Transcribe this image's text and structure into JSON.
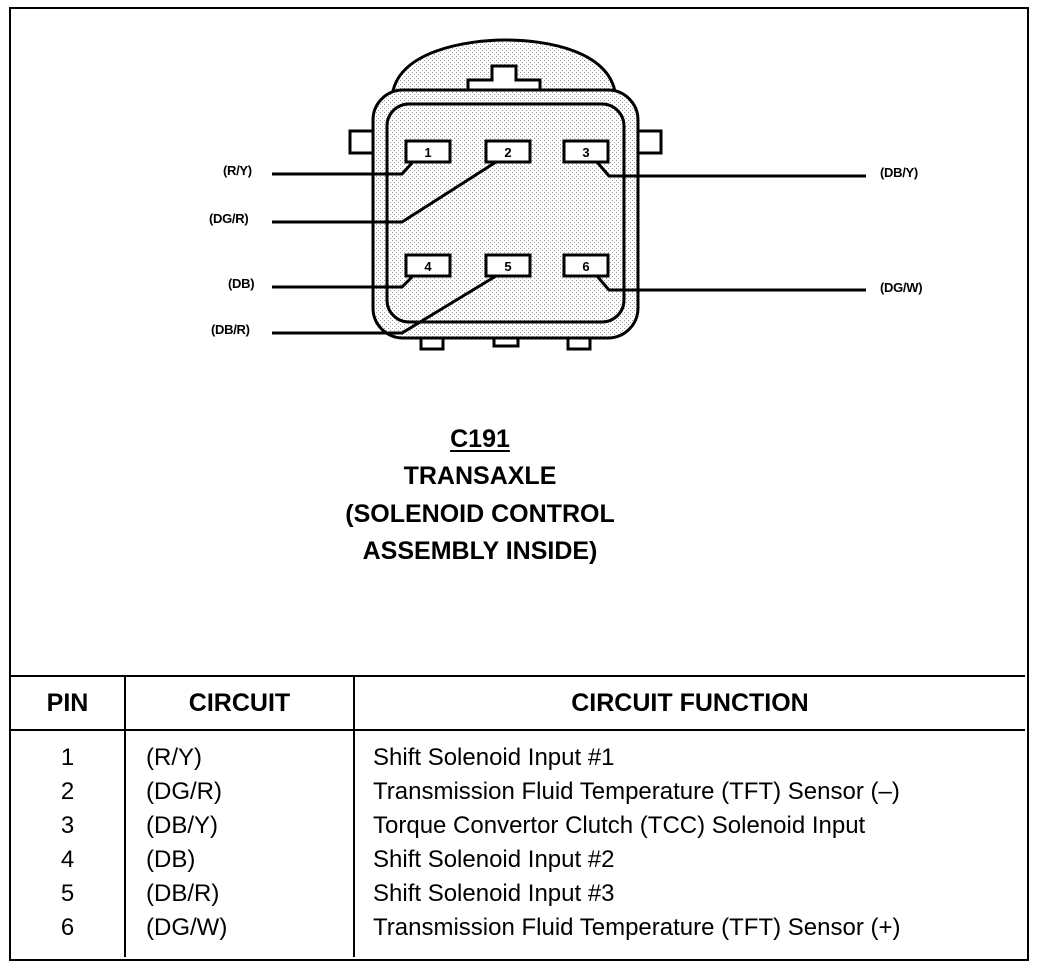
{
  "connector": {
    "id": "C191",
    "title_lines": [
      "TRANSAXLE",
      "(SOLENOID CONTROL",
      "ASSEMBLY INSIDE)"
    ],
    "pins": [
      {
        "number": "1",
        "wire": "(R/Y)"
      },
      {
        "number": "2",
        "wire": "(DG/R)"
      },
      {
        "number": "3",
        "wire": "(DB/Y)"
      },
      {
        "number": "4",
        "wire": "(DB)"
      },
      {
        "number": "5",
        "wire": "(DB/R)"
      },
      {
        "number": "6",
        "wire": "(DG/W)"
      }
    ]
  },
  "table": {
    "headers": {
      "pin": "PIN",
      "circuit": "CIRCUIT",
      "function": "CIRCUIT FUNCTION"
    },
    "rows": [
      {
        "pin": "1",
        "circuit": "(R/Y)",
        "function": "Shift Solenoid Input #1"
      },
      {
        "pin": "2",
        "circuit": "(DG/R)",
        "function": "Transmission Fluid Temperature (TFT) Sensor (–)"
      },
      {
        "pin": "3",
        "circuit": "(DB/Y)",
        "function": "Torque Convertor Clutch (TCC) Solenoid Input"
      },
      {
        "pin": "4",
        "circuit": "(DB)",
        "function": "Shift Solenoid Input #2"
      },
      {
        "pin": "5",
        "circuit": "(DB/R)",
        "function": "Shift Solenoid Input #3"
      },
      {
        "pin": "6",
        "circuit": "(DG/W)",
        "function": "Transmission Fluid Temperature (TFT) Sensor (+)"
      }
    ]
  }
}
